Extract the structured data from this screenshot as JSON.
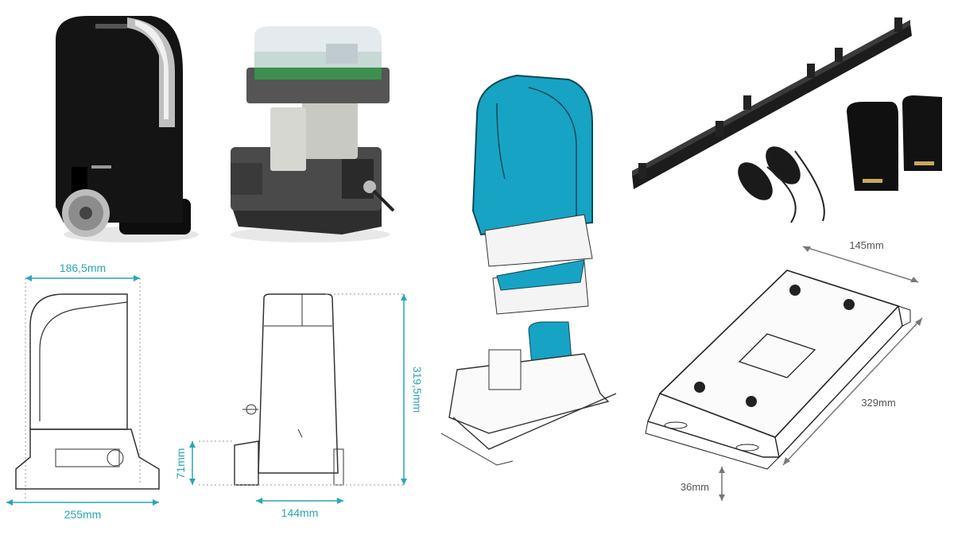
{
  "colors": {
    "accent": "#2aa6b4",
    "motor_body": "#111111",
    "module_blue": "#17a3c4",
    "line": "#333333"
  },
  "dimensions": {
    "front_width": "186,5mm",
    "base_width": "255mm",
    "height": "319,5mm",
    "side_height_low": "71mm",
    "side_width": "144mm",
    "plate_width": "145mm",
    "plate_length": "329mm",
    "plate_height": "36mm"
  },
  "icons": {
    "motor_photo": "gate-motor-icon",
    "motor_open_photo": "motor-internals-icon",
    "exploded_view": "exploded-motor-icon",
    "gear_rack": "gear-rack-icon",
    "remote": "remote-control-icon",
    "photocell": "photocell-sensor-icon",
    "plate": "mounting-plate-icon"
  }
}
